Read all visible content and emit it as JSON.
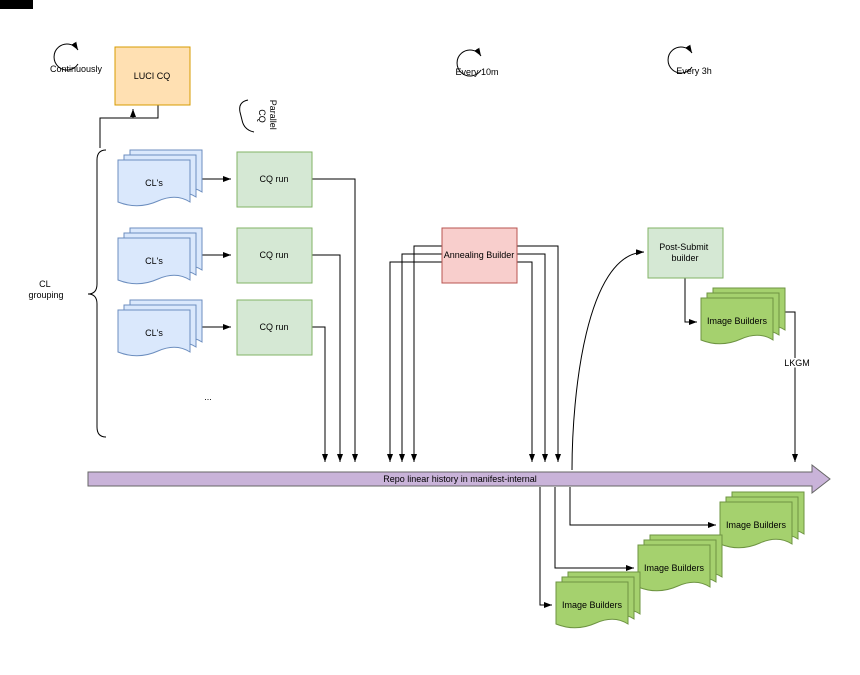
{
  "colors": {
    "orange_fill": "#FFE0B2",
    "orange_stroke": "#D79B00",
    "box_green_fill": "#D5E8D4",
    "box_green_stroke": "#82B366",
    "blue_fill": "#DAE8FC",
    "blue_stroke": "#6C8EBF",
    "pink_fill": "#F8CECC",
    "pink_stroke": "#B85450",
    "doc_green_fill": "#A5D16E",
    "doc_green_stroke": "#6E9442",
    "purple_fill": "#C9B3D9",
    "purple_stroke": "#666666",
    "line": "#000000",
    "artifact": "#000000"
  },
  "cycle_icons": {
    "continuously": "Continuously",
    "every_10m": "Every 10m",
    "every_3h": "Every 3h"
  },
  "labels": {
    "parallel_l1": "Parallel",
    "parallel_l2": "CQ",
    "cl_grouping_l1": "CL",
    "cl_grouping_l2": "grouping",
    "ellipsis": "...",
    "lkgm": "LKGM"
  },
  "nodes": {
    "luci_cq": "LUCI CQ",
    "annealing": "Annealing Builder",
    "post_submit_l1": "Post-Submit",
    "post_submit_l2": "builder"
  },
  "cl_stacks": [
    {
      "label": "CL's"
    },
    {
      "label": "CL's"
    },
    {
      "label": "CL's"
    }
  ],
  "cq_runs": [
    {
      "label": "CQ run"
    },
    {
      "label": "CQ run"
    },
    {
      "label": "CQ run"
    }
  ],
  "image_builder_stacks": [
    {
      "label": "Image Builders"
    },
    {
      "label": "Image Builders"
    },
    {
      "label": "Image Builders"
    },
    {
      "label": "Image Builders"
    }
  ],
  "repo_arrow": {
    "label": "Repo linear history in manifest-internal"
  }
}
